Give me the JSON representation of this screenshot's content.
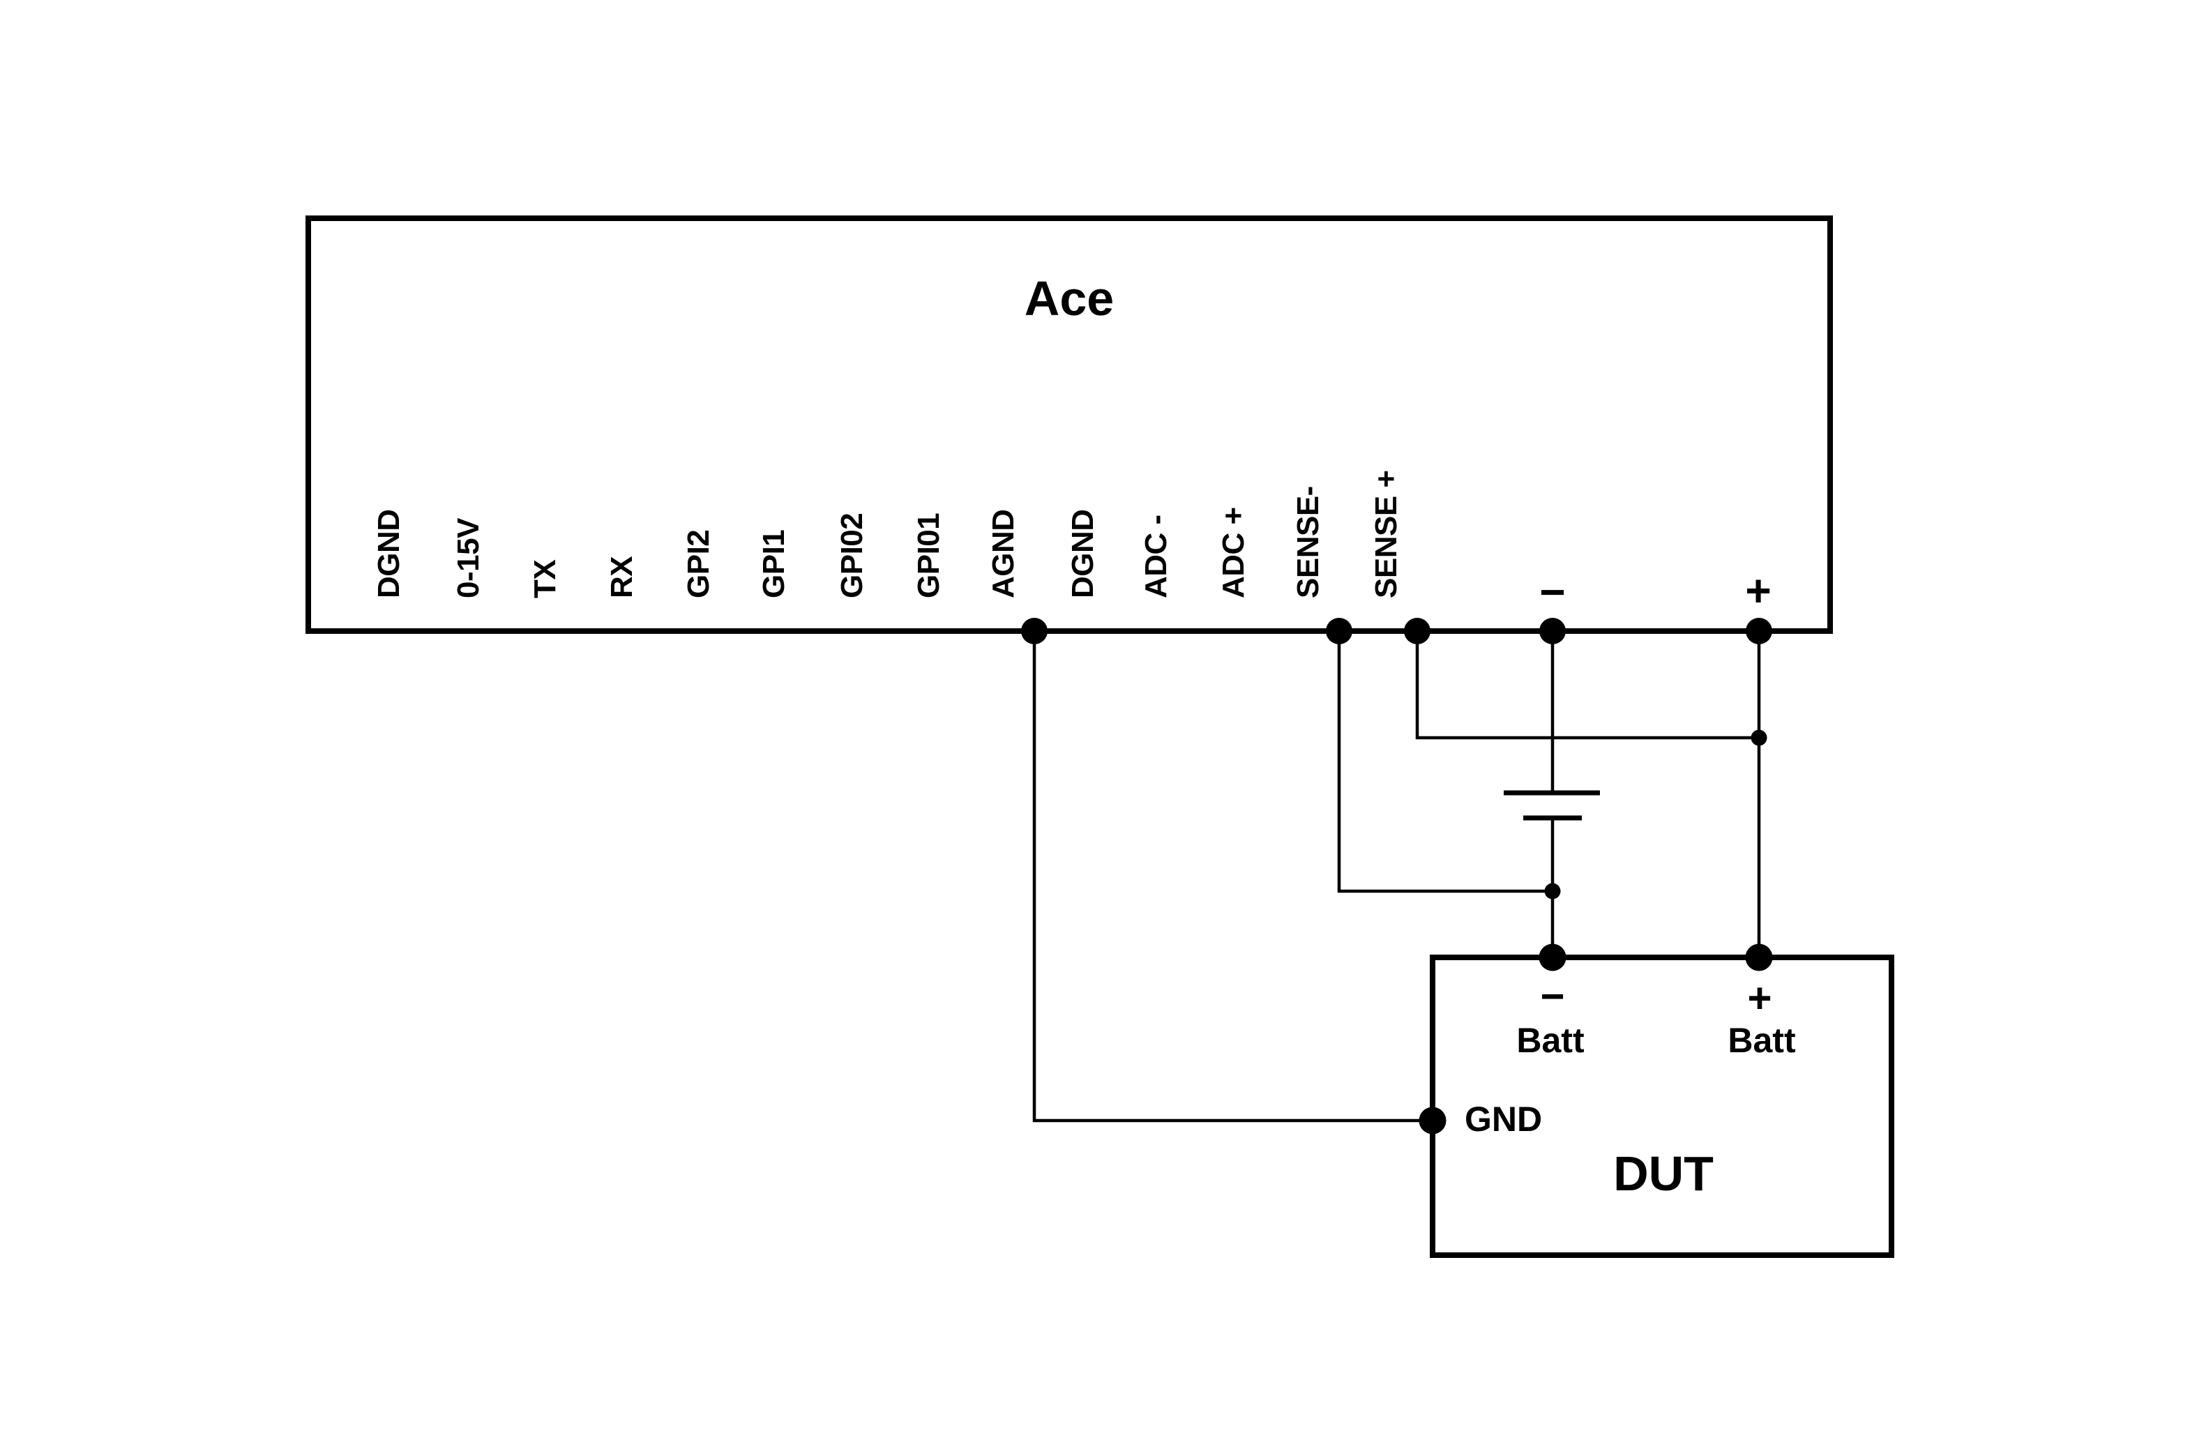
{
  "colors": {
    "background": "#ffffff",
    "line": "#000000",
    "text": "#000000"
  },
  "ace": {
    "title": "Ace",
    "pins": [
      "DGND",
      "0-15V",
      "TX",
      "RX",
      "GPI2",
      "GPI1",
      "GPI02",
      "GPI01",
      "AGND",
      "DGND",
      "ADC -",
      "ADC +",
      "SENSE-",
      "SENSE +"
    ],
    "terminals": {
      "minus": "−",
      "plus": "+"
    }
  },
  "battery": {
    "symbol": "battery-cell"
  },
  "dut": {
    "title": "DUT",
    "pins": {
      "batt_minus": {
        "sign": "−",
        "label": "Batt"
      },
      "batt_plus": {
        "sign": "+",
        "label": "Batt"
      },
      "gnd": "GND"
    }
  },
  "connections": [
    {
      "from": "Ace.AGND",
      "to": "DUT.GND"
    },
    {
      "from": "Ace.SENSE-",
      "to": "junction on − wire below battery"
    },
    {
      "from": "Ace.SENSE +",
      "to": "junction on + wire"
    },
    {
      "from": "Ace.−",
      "to": "DUT.− Batt",
      "via": "battery symbol"
    },
    {
      "from": "Ace.+",
      "to": "DUT.+ Batt"
    }
  ]
}
